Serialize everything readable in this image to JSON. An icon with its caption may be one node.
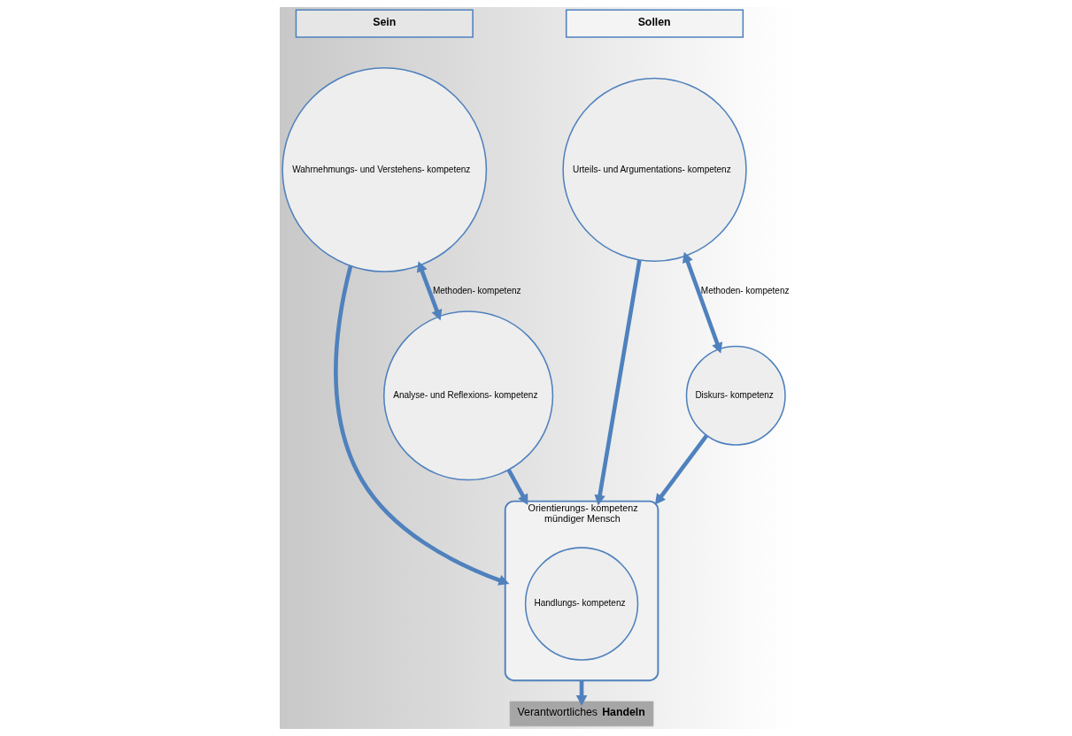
{
  "diagram": {
    "nodes": [
      {
        "text": [
          "Sein"
        ]
      },
      {
        "text": [
          "Sollen"
        ]
      },
      {
        "text": [
          "Wahrnehmungs- und Verstehens- kompetenz"
        ]
      },
      {
        "text": [
          "Urteils- und Argumentations- kompetenz"
        ]
      },
      {
        "text": [
          "Orientierungs- kompetenz",
          "mündiger Mensch"
        ]
      },
      {
        "text": [
          "Handlungs- kompetenz"
        ],
        "in": 4
      },
      {
        "text": [
          "Analyse- und Reflexions- kompetenz"
        ]
      },
      {
        "text": [
          "Diskurs- kompetenz"
        ]
      },
      {
        "text": [
          "Verantwortliches **Handeln**"
        ]
      }
    ],
    "edges": [
      {
        "from": 2,
        "to": 4,
        "arrow": "to"
      },
      {
        "from": 3,
        "to": 4,
        "arrow": "to"
      },
      {
        "from": 2,
        "to": 6,
        "arrow": "both",
        "label": "Methoden- kompetenz"
      },
      {
        "from": 3,
        "to": 7,
        "arrow": "both",
        "label": "Methoden- kompetenz"
      },
      {
        "from": 6,
        "to": 4,
        "arrow": "to"
      },
      {
        "from": 7,
        "to": 4,
        "arrow": "to"
      },
      {
        "from": 4,
        "to": 8,
        "arrow": "to"
      }
    ]
  }
}
